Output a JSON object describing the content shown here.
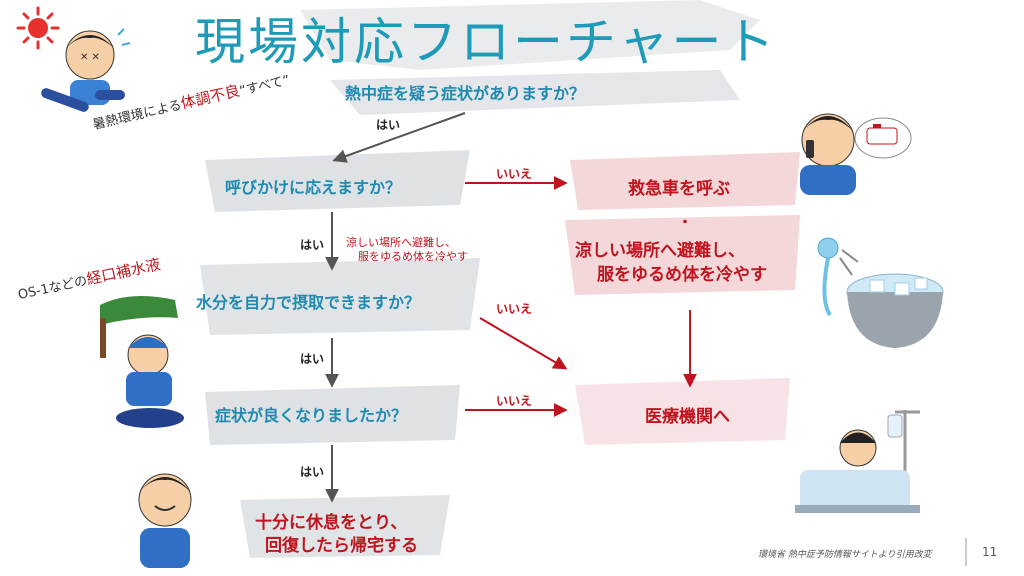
{
  "title": "現場対応フローチャート",
  "side_notes": {
    "top_prefix": "暑熱環境による",
    "top_highlight": "体調不良",
    "top_suffix": "“すべて”",
    "left_prefix": "OS-1などの",
    "left_highlight": "経口補水液"
  },
  "flow": {
    "q1": "熱中症を疑う症状がありますか？",
    "q2": "呼びかけに応えますか？",
    "q3": "水分を自力で摂取できますか？",
    "q4": "症状が良くなりましたか？",
    "yes1": "はい",
    "yes2": "はい",
    "yes3": "はい",
    "yes4": "はい",
    "no1": "いいえ",
    "no2": "いいえ",
    "no3": "いいえ",
    "note_line1": "涼しい場所へ避難し、",
    "note_line2": "服をゆるめ体を冷やす",
    "ambulance": "救急車を呼ぶ",
    "cool_dot": "・",
    "cool_line1": "涼しい場所へ避難し、",
    "cool_line2": "服をゆるめ体を冷やす",
    "medical": "医療機関へ",
    "rest_line1": "十分に休息をとり、",
    "rest_line2": "回復したら帰宅する"
  },
  "footer": {
    "source": "環境省 熱中症予防情報サイトより引用改変",
    "page": "11"
  },
  "colors": {
    "title": "#1e9bb8",
    "question": "#1e8ab0",
    "action_red": "#c0141e",
    "arrow_gray": "#555555",
    "arrow_red": "#c0141e",
    "brush_gray": "#d9dde0",
    "brush_pink": "#f3d3d5"
  }
}
